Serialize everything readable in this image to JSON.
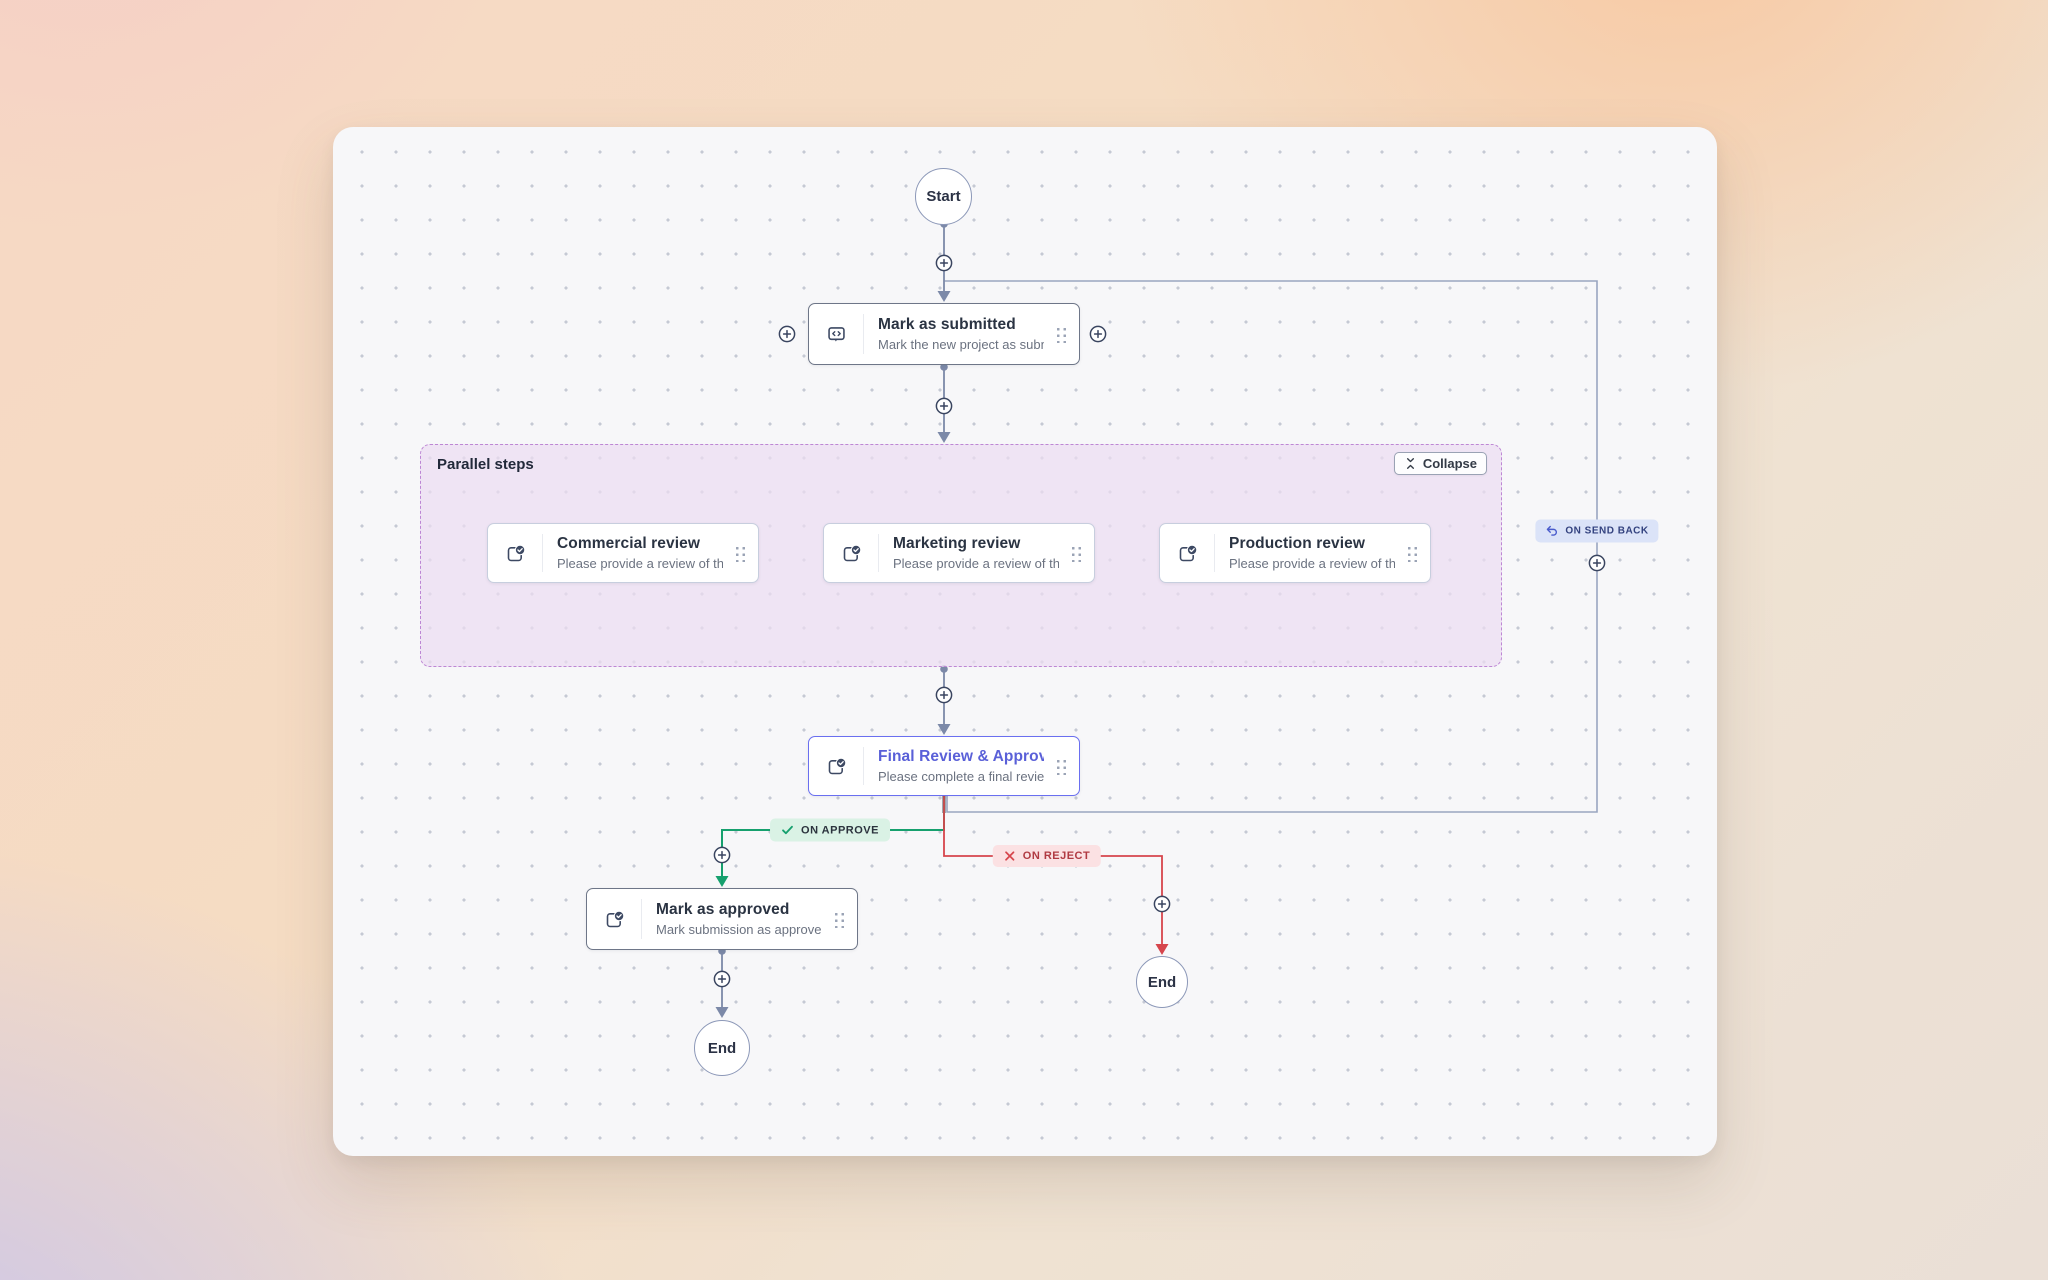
{
  "terminals": {
    "start": "Start",
    "end_approved": "End",
    "end_rejected": "End"
  },
  "nodes": {
    "mark_submitted": {
      "title": "Mark as submitted",
      "subtitle": "Mark the new project as submitted"
    },
    "commercial": {
      "title": "Commercial review",
      "subtitle": "Please provide a review of the comm..."
    },
    "marketing": {
      "title": "Marketing review",
      "subtitle": "Please provide a review of the market..."
    },
    "production": {
      "title": "Production review",
      "subtitle": "Please provide a review of the produ..."
    },
    "final_review": {
      "title": "Final Review & Approval",
      "subtitle": "Please complete a final review, look..."
    },
    "mark_approved": {
      "title": "Mark as approved",
      "subtitle": "Mark submission as approved ..."
    }
  },
  "group": {
    "label": "Parallel steps",
    "collapse_label": "Collapse"
  },
  "edge_labels": {
    "approve": "ON APPROVE",
    "reject": "ON REJECT",
    "send_back": "ON SEND BACK"
  },
  "icons": [
    "bot-icon",
    "approval-icon",
    "drag-handle-dots",
    "plus-circle-icon",
    "collapse-vertical-icon",
    "check-icon",
    "x-icon",
    "undo-icon"
  ],
  "colors": {
    "edge": "#8a96b5",
    "edge_loop": "#9aa5c0",
    "approve_green": "#16a06e",
    "reject_red": "#d6454c",
    "selected_indigo": "#6a6ff0",
    "group_border": "#bd87d4",
    "group_fill": "#ebddf1",
    "canvas": "#f7f7f9"
  }
}
